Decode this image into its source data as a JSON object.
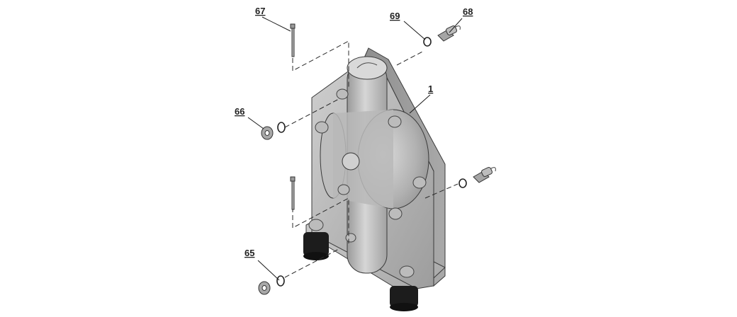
{
  "callouts": {
    "c1": "1",
    "c65": "65",
    "c66": "66",
    "c67": "67",
    "c68": "68",
    "c69": "69"
  },
  "colors": {
    "body_light": "#c9c9c9",
    "body_mid": "#a8a8a8",
    "body_dark": "#858585",
    "foot": "#1c1c1c",
    "line": "#2a2a2a"
  }
}
